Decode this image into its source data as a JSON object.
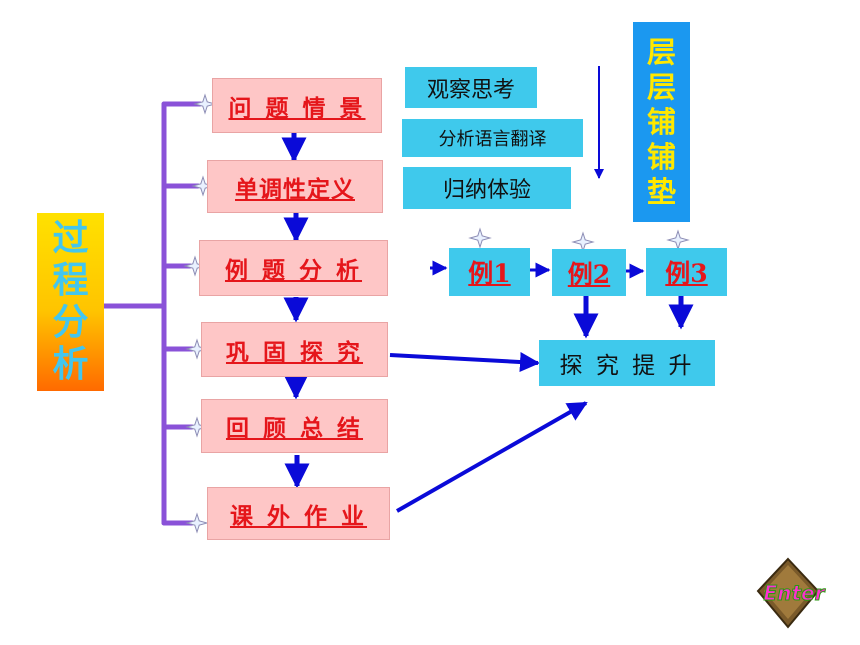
{
  "root_label": "过程分析",
  "steps": [
    {
      "id": "situation",
      "label": "问 题 情 景"
    },
    {
      "id": "definition",
      "label": "单调性定义"
    },
    {
      "id": "examples",
      "label": "例 题 分 析"
    },
    {
      "id": "consolidate",
      "label": "巩 固 探 究"
    },
    {
      "id": "review",
      "label": "回 顾 总 结"
    },
    {
      "id": "homework",
      "label": "课 外 作 业"
    }
  ],
  "activities": [
    "观察思考",
    "分析语言翻译",
    "归纳体验"
  ],
  "progression_label": "层层铺铺垫",
  "examples": [
    "例1",
    "例2",
    "例3"
  ],
  "explore_label": "探 究 提 升",
  "enter_button_label": "Enter",
  "colors": {
    "spine": "#8a52d8",
    "arrow": "#0a0ad8",
    "step_fill": "#fec6c6",
    "step_text": "#e5161b",
    "cyan": "#3fc9ec",
    "layer_fill": "#1b98f0",
    "layer_text": "#ffe800"
  }
}
